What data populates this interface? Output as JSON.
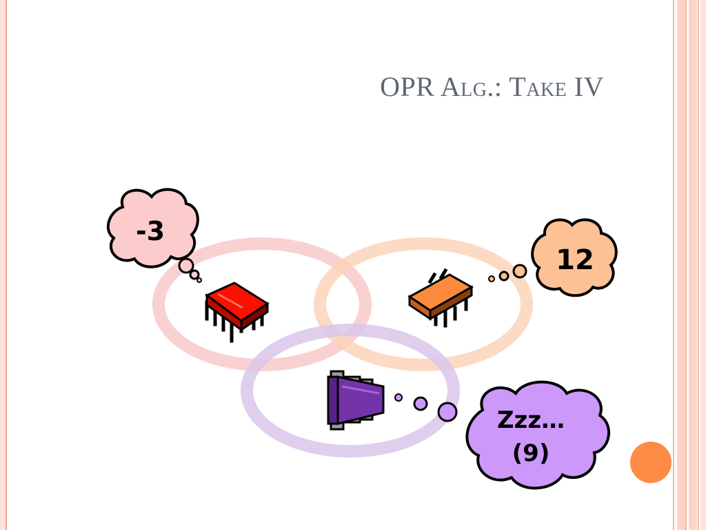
{
  "slide": {
    "title": "OPR Alg.: Take IV"
  },
  "bubbles": {
    "red": {
      "text": "-3",
      "fill": "#fccccc"
    },
    "orange": {
      "text": "12",
      "fill": "#fcc195"
    },
    "purple": {
      "line1": "Zzz…",
      "line2": "(9)",
      "fill": "#cc99fa"
    }
  },
  "colors": {
    "red_chip": "#fa1100",
    "orange_chip": "#fa8a3c",
    "purple_chip": "#7433a8",
    "ring_red": "#f8c9c9",
    "ring_orange": "#fbd3b8",
    "ring_purple": "#d9c7ea",
    "accent_dot": "#fd8b45",
    "title": "#5f6775"
  },
  "icons": [
    "processor-chip-icon",
    "processor-chip-icon",
    "sleeping-processor-icon",
    "thought-bubble-icon"
  ]
}
